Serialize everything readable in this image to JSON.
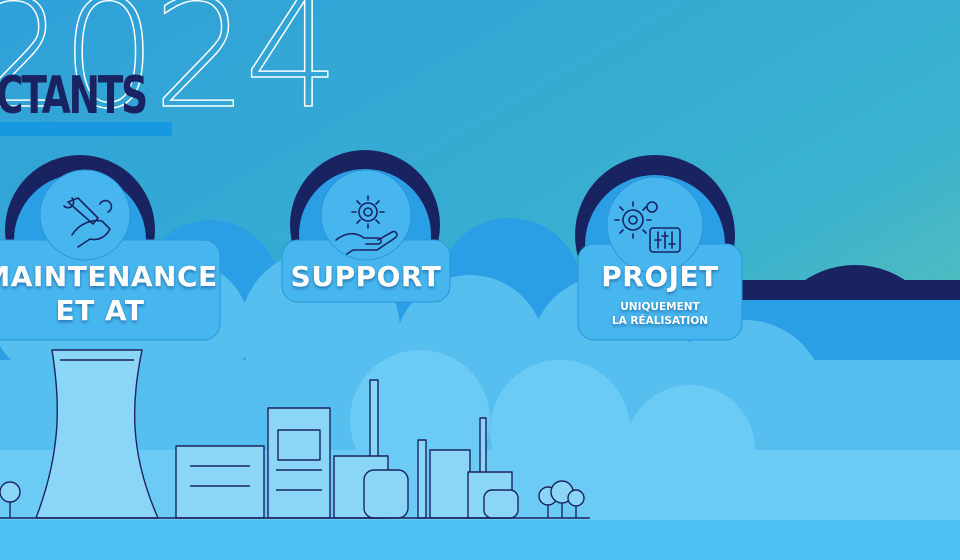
{
  "header": {
    "year": "2024",
    "banner_text": "CTANTS"
  },
  "categories": [
    {
      "title_line1": "MAINTENANCE",
      "title_line2": "ET AT",
      "icon": "wrench-hand-icon"
    },
    {
      "title_line1": "SUPPORT",
      "icon": "gear-hand-icon"
    },
    {
      "title_line1": "PROJET",
      "subtitle_line1": "UNIQUEMENT",
      "subtitle_line2": "LA RÉALISATION",
      "icon": "gears-sliders-icon"
    }
  ],
  "colors": {
    "background_top": "#3aa8d2",
    "background_right": "#62c3ad",
    "cloud_light": "#58c3f2",
    "cloud_mid": "#2aa8ea",
    "cloud_dark": "#1a2362",
    "outline": "#1a2362",
    "banner_text": "#1a2362",
    "banner_bar": "#1798e0"
  }
}
